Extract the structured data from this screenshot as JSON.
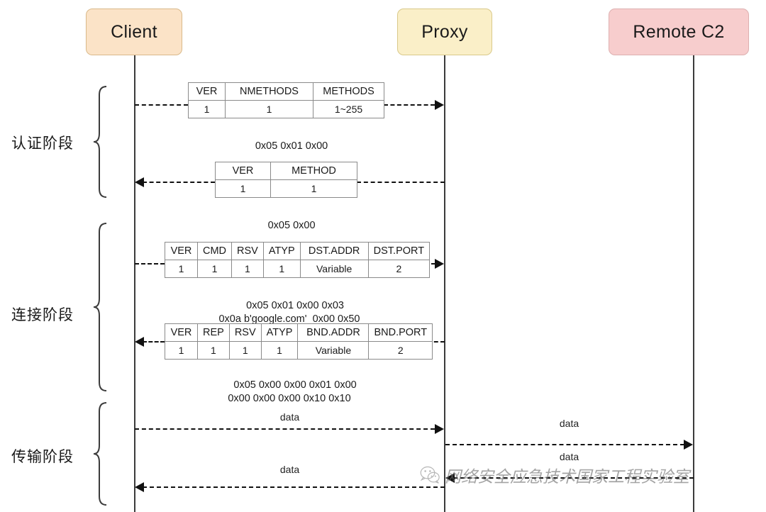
{
  "diagram": {
    "title": "SOCKS5 proxy handshake sequence diagram",
    "actors": [
      {
        "id": "client",
        "label": "Client",
        "color": "#fbe3c7"
      },
      {
        "id": "proxy",
        "label": "Proxy",
        "color": "#faefc8"
      },
      {
        "id": "remote",
        "label": "Remote C2",
        "color": "#f7cdcd"
      }
    ],
    "phases": [
      {
        "id": "auth",
        "label": "认证阶段"
      },
      {
        "id": "connect",
        "label": "连接阶段"
      },
      {
        "id": "transfer",
        "label": "传输阶段"
      }
    ],
    "messages": [
      {
        "id": "auth-request",
        "from": "client",
        "to": "proxy",
        "direction": "right",
        "table": {
          "headers": [
            "VER",
            "NMETHODS",
            "METHODS"
          ],
          "values": [
            "1",
            "1",
            "1~255"
          ]
        },
        "hex": "0x05 0x01 0x00"
      },
      {
        "id": "auth-reply",
        "from": "proxy",
        "to": "client",
        "direction": "left",
        "table": {
          "headers": [
            "VER",
            "METHOD"
          ],
          "values": [
            "1",
            "1"
          ]
        },
        "hex": "0x05 0x00"
      },
      {
        "id": "connect-request",
        "from": "client",
        "to": "proxy",
        "direction": "right",
        "table": {
          "headers": [
            "VER",
            "CMD",
            "RSV",
            "ATYP",
            "DST.ADDR",
            "DST.PORT"
          ],
          "values": [
            "1",
            "1",
            "1",
            "1",
            "Variable",
            "2"
          ]
        },
        "hex": "0x05 0x01 0x00 0x03\n0x0a b'google.com'  0x00 0x50"
      },
      {
        "id": "connect-reply",
        "from": "proxy",
        "to": "client",
        "direction": "left",
        "table": {
          "headers": [
            "VER",
            "REP",
            "RSV",
            "ATYP",
            "BND.ADDR",
            "BND.PORT"
          ],
          "values": [
            "1",
            "1",
            "1",
            "1",
            "Variable",
            "2"
          ]
        },
        "hex": "0x05 0x00 0x00 0x01 0x00\n0x00 0x00 0x00 0x10 0x10"
      },
      {
        "id": "data-client-to-proxy",
        "from": "client",
        "to": "proxy",
        "direction": "right",
        "label": "data"
      },
      {
        "id": "data-proxy-to-remote",
        "from": "proxy",
        "to": "remote",
        "direction": "right",
        "label": "data"
      },
      {
        "id": "data-remote-to-proxy",
        "from": "remote",
        "to": "proxy",
        "direction": "left",
        "label": "data"
      },
      {
        "id": "data-proxy-to-client",
        "from": "proxy",
        "to": "client",
        "direction": "left",
        "label": "data"
      }
    ],
    "watermark": {
      "text": "网络安全应急技术国家工程实验室",
      "icon": "wechat-icon"
    }
  }
}
